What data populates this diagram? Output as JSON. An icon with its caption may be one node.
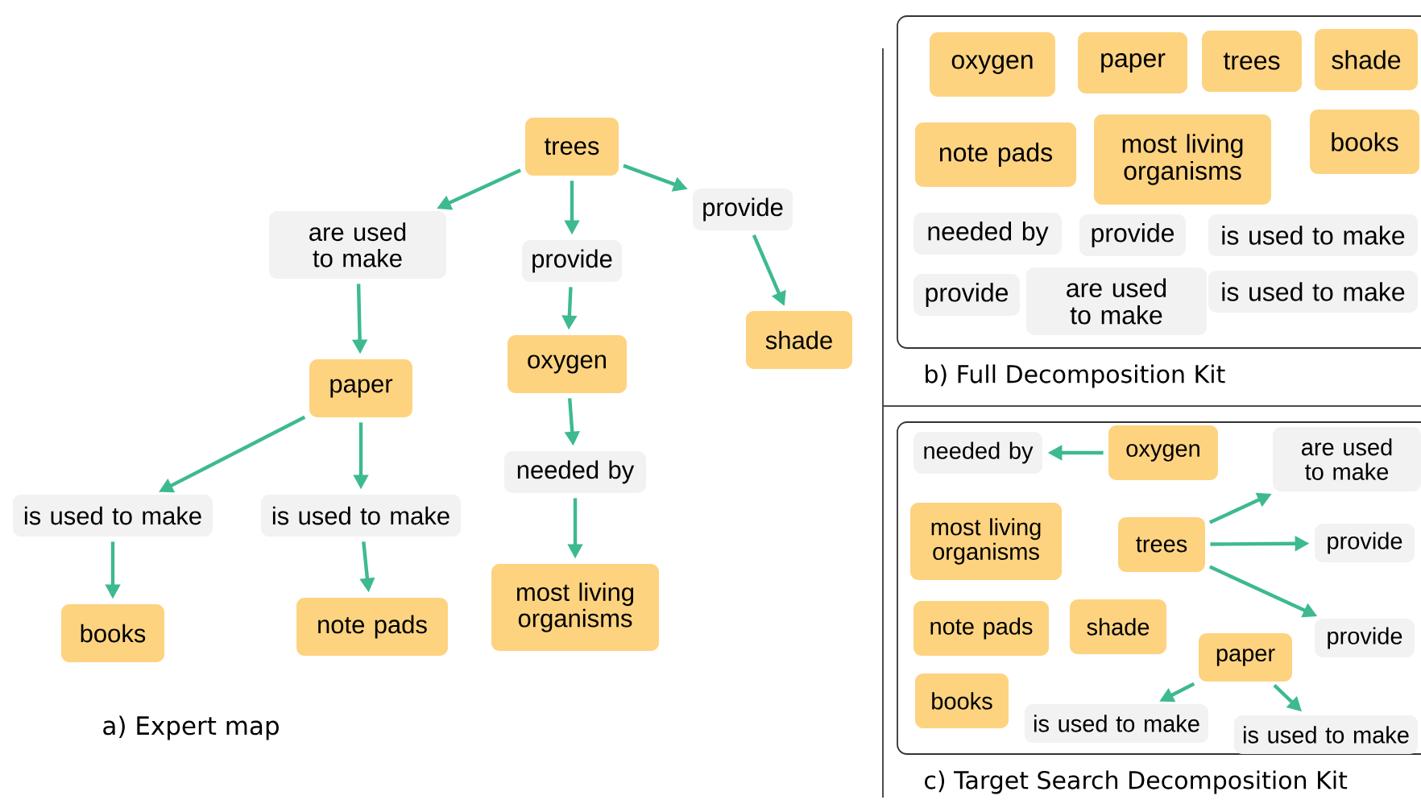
{
  "diagram": {
    "nodes": [
      {
        "text": [
          "trees"
        ]
      },
      {
        "text": [
          "are used to make"
        ]
      },
      {
        "text": [
          "provide"
        ]
      },
      {
        "text": [
          "provide"
        ]
      },
      {
        "text": [
          "paper"
        ]
      },
      {
        "text": [
          "oxygen"
        ]
      },
      {
        "text": [
          "shade"
        ]
      },
      {
        "text": [
          "is used to make"
        ]
      },
      {
        "text": [
          "is used to make"
        ]
      },
      {
        "text": [
          "needed by"
        ]
      },
      {
        "text": [
          "books"
        ]
      },
      {
        "text": [
          "note pads"
        ]
      },
      {
        "text": [
          "most living organisms"
        ]
      },
      {
        "text": [
          "b) Full Decomposition Kit"
        ]
      },
      {
        "text": [
          "oxygen"
        ],
        "in": 13
      },
      {
        "text": [
          "paper"
        ],
        "in": 13
      },
      {
        "text": [
          "trees"
        ],
        "in": 13
      },
      {
        "text": [
          "shade"
        ],
        "in": 13
      },
      {
        "text": [
          "note pads"
        ],
        "in": 13
      },
      {
        "text": [
          "most living organisms"
        ],
        "in": 13
      },
      {
        "text": [
          "books"
        ],
        "in": 13
      },
      {
        "text": [
          "needed by"
        ],
        "in": 13
      },
      {
        "text": [
          "provide"
        ],
        "in": 13
      },
      {
        "text": [
          "is used to make"
        ],
        "in": 13
      },
      {
        "text": [
          "provide"
        ],
        "in": 13
      },
      {
        "text": [
          "are used to make"
        ],
        "in": 13
      },
      {
        "text": [
          "is used to make"
        ],
        "in": 13
      },
      {
        "text": [
          "c) Target Search Decomposition Kit"
        ]
      },
      {
        "text": [
          "needed by"
        ],
        "in": 27
      },
      {
        "text": [
          "oxygen"
        ],
        "in": 27
      },
      {
        "text": [
          "are used to make"
        ],
        "in": 27
      },
      {
        "text": [
          "most living organisms"
        ],
        "in": 27
      },
      {
        "text": [
          "trees"
        ],
        "in": 27
      },
      {
        "text": [
          "provide"
        ],
        "in": 27
      },
      {
        "text": [
          "note pads"
        ],
        "in": 27
      },
      {
        "text": [
          "shade"
        ],
        "in": 27
      },
      {
        "text": [
          "provide"
        ],
        "in": 27
      },
      {
        "text": [
          "paper"
        ],
        "in": 27
      },
      {
        "text": [
          "books"
        ],
        "in": 27
      },
      {
        "text": [
          "is used to make"
        ],
        "in": 27
      },
      {
        "text": [
          "is used to make"
        ],
        "in": 27
      }
    ],
    "edges": [
      {
        "from": 0,
        "to": 1,
        "arrow": "to"
      },
      {
        "from": 0,
        "to": 2,
        "arrow": "to"
      },
      {
        "from": 0,
        "to": 3,
        "arrow": "to"
      },
      {
        "from": 1,
        "to": 4,
        "arrow": "to"
      },
      {
        "from": 2,
        "to": 5,
        "arrow": "to"
      },
      {
        "from": 3,
        "to": 6,
        "arrow": "to"
      },
      {
        "from": 4,
        "to": 7,
        "arrow": "to"
      },
      {
        "from": 4,
        "to": 8,
        "arrow": "to"
      },
      {
        "from": 5,
        "to": 9,
        "arrow": "to"
      },
      {
        "from": 7,
        "to": 10,
        "arrow": "to"
      },
      {
        "from": 8,
        "to": 11,
        "arrow": "to"
      },
      {
        "from": 9,
        "to": 12,
        "arrow": "to"
      },
      {
        "from": 29,
        "to": 28,
        "arrow": "to"
      },
      {
        "from": 32,
        "to": 30,
        "arrow": "to"
      },
      {
        "from": 32,
        "to": 33,
        "arrow": "to"
      },
      {
        "from": 32,
        "to": 36,
        "arrow": "to"
      },
      {
        "from": 37,
        "to": 39,
        "arrow": "to"
      },
      {
        "from": 37,
        "to": 40,
        "arrow": "to"
      }
    ],
    "labels": [
      "a) Expert map"
    ]
  }
}
